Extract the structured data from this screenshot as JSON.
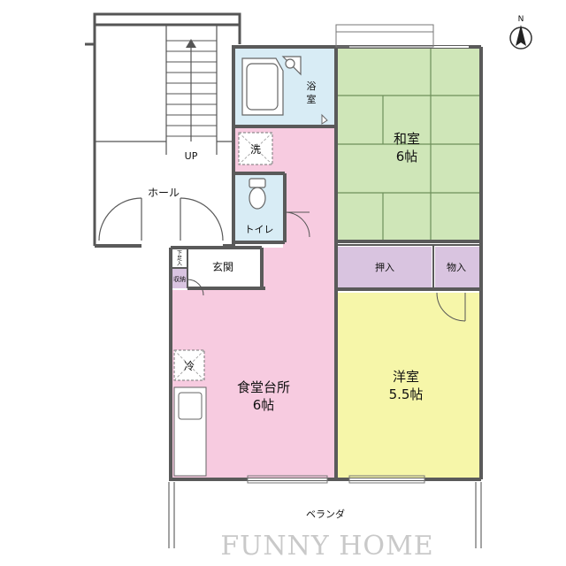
{
  "compass": {
    "label": "N",
    "icon": "north-arrow-icon"
  },
  "rooms": {
    "hall": "ホール",
    "stairs_up": "UP",
    "bathroom": [
      "浴",
      "室"
    ],
    "washer": "洗",
    "toilet": "トイレ",
    "washitsu": {
      "name": "和室",
      "size": "6帖"
    },
    "oshiire": "押入",
    "monoire": "物入",
    "genkan": "玄関",
    "getabako": [
      "下",
      "足",
      "入"
    ],
    "shuno": "収納",
    "dining_kitchen": {
      "name": "食堂台所",
      "size": "6帖"
    },
    "fridge": "冷",
    "yoshitsu": {
      "name": "洋室",
      "size": "5.5帖"
    },
    "veranda": "ベランダ"
  },
  "watermark": "FUNNY HOME",
  "colors": {
    "wall": "#5a5a5a",
    "bath": "#d8ecf5",
    "washitsu": "#cfe6b8",
    "closet": "#d9c4e0",
    "dining": "#f7cbe0",
    "yoshitsu": "#f6f6a9",
    "tatami_line": "#6e8f5a",
    "watermark": "#c9c9c9"
  }
}
